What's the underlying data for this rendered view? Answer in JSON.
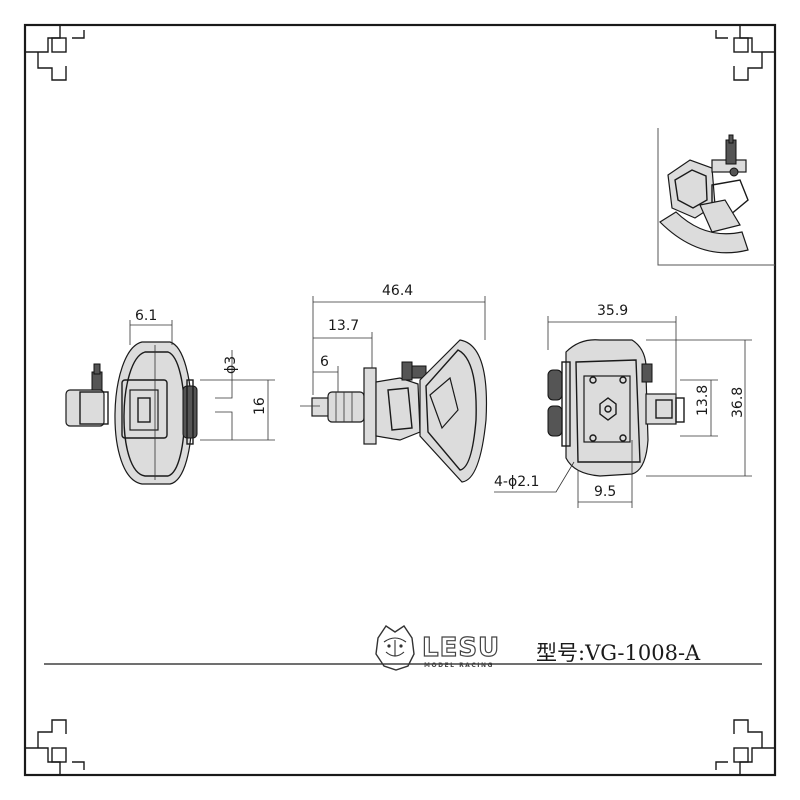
{
  "dimensions": {
    "front_width": "6.1",
    "front_hole": "ϕ3",
    "front_height": "16",
    "side_total": "46.4",
    "side_mid": "13.7",
    "side_small": "6",
    "rear_width": "35.9",
    "rear_inner_height": "13.8",
    "rear_height": "36.8",
    "rear_holes": "4-ϕ2.1",
    "rear_offset": "9.5"
  },
  "brand": {
    "name": "LESU",
    "tagline": "MODEL RACING"
  },
  "model_label": "型号:VG-1008-A",
  "colors": {
    "line": "#1a1a1a",
    "background": "#ffffff"
  }
}
